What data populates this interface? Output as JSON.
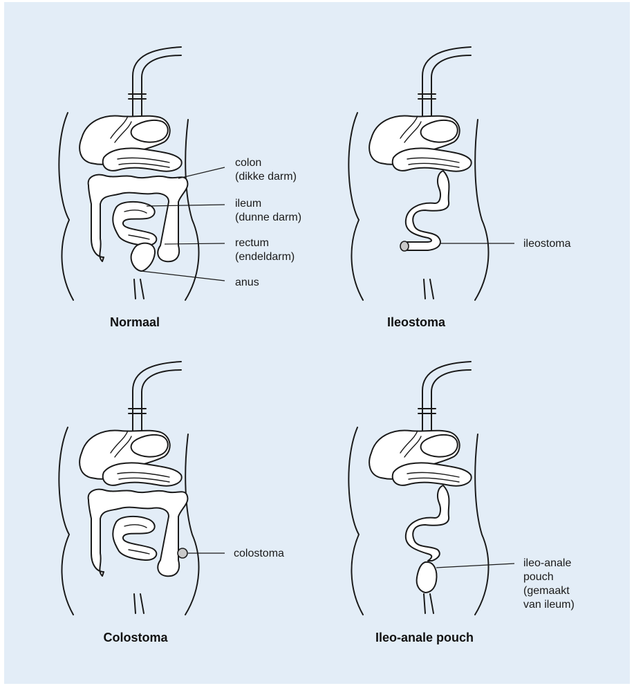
{
  "panels": [
    {
      "id": "normaal",
      "title": "Normaal",
      "labels": [
        [
          "colon",
          "(dikke darm)"
        ],
        [
          "ileum",
          "(dunne darm)"
        ],
        [
          "rectum",
          "(endeldarm)"
        ],
        [
          "anus"
        ]
      ]
    },
    {
      "id": "ileostoma",
      "title": "Ileostoma",
      "labels": [
        [
          "ileostoma"
        ]
      ]
    },
    {
      "id": "colostoma",
      "title": "Colostoma",
      "labels": [
        [
          "colostoma"
        ]
      ]
    },
    {
      "id": "ileo-anale-pouch",
      "title": "Ileo-anale pouch",
      "labels": [
        [
          "ileo-anale",
          "pouch",
          "(gemaakt",
          "van ileum)"
        ]
      ]
    }
  ],
  "colors": {
    "background": "#e3edf7",
    "stroke": "#1a1a1a",
    "stoma": "#c9c9c9"
  }
}
